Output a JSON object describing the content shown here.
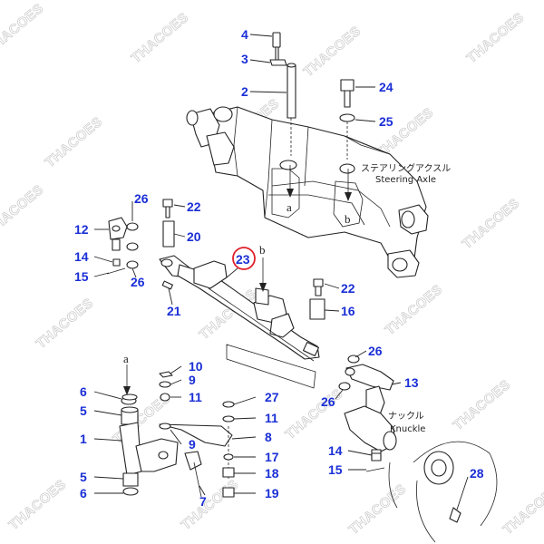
{
  "watermark_text": "THACOES",
  "labels": {
    "steering_axle_jp": "ステアリングアクスル",
    "steering_axle_en": "Steering Axle",
    "knuckle_jp": "ナックル",
    "knuckle_en": "Knuckle"
  },
  "ref_letters": {
    "a": "a",
    "b": "b"
  },
  "callouts": {
    "c4": "4",
    "c3": "3",
    "c2": "2",
    "c24": "24",
    "c25": "25",
    "c26a": "26",
    "c22a": "22",
    "c12": "12",
    "c20": "20",
    "c14a": "14",
    "c15a": "15",
    "c26b": "26",
    "c23": "23",
    "c21": "21",
    "c22b": "22",
    "c16": "16",
    "c10": "10",
    "c9a": "9",
    "c6a": "6",
    "c11a": "11",
    "c5a": "5",
    "c26c": "26",
    "c13": "13",
    "c26d": "26",
    "c27": "27",
    "c11b": "11",
    "c1": "1",
    "c9b": "9",
    "c8": "8",
    "c17": "17",
    "c5b": "5",
    "c18": "18",
    "c6b": "6",
    "c7": "7",
    "c19": "19",
    "c14b": "14",
    "c15b": "15",
    "c28": "28"
  },
  "highlight": {
    "part": "23",
    "color": "#e0202a"
  },
  "colors": {
    "callout": "#1a2fd6",
    "line": "#222222",
    "watermark": "#c9c9c9"
  }
}
